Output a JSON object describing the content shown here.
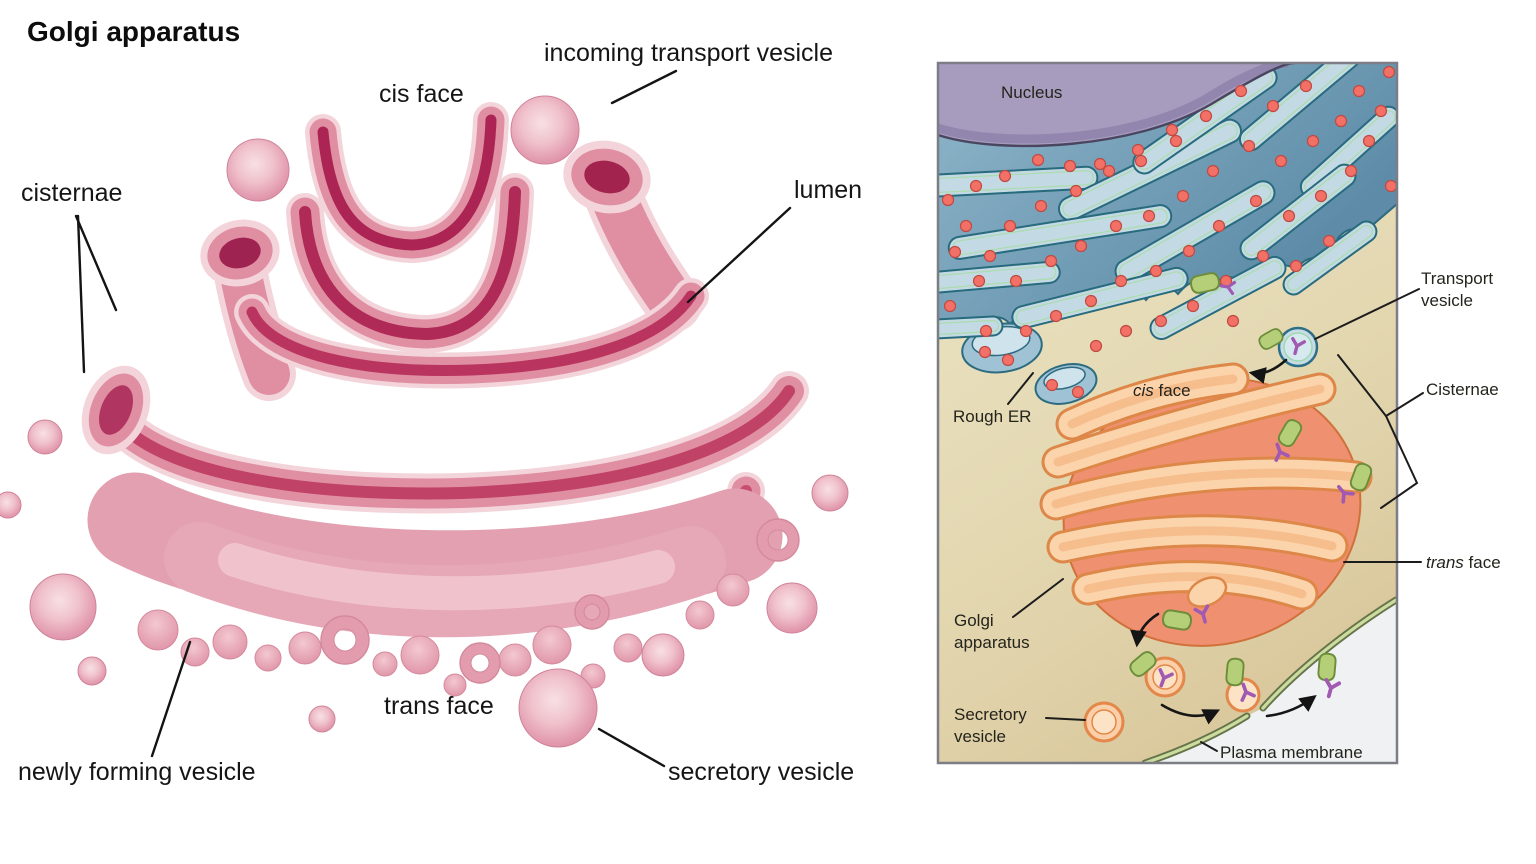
{
  "title": "Golgi apparatus",
  "left_diagram": {
    "labels": {
      "cis_face": "cis face",
      "incoming_transport_vesicle": "incoming transport vesicle",
      "cisternae": "cisternae",
      "lumen": "lumen",
      "trans_face": "trans face",
      "newly_forming_vesicle": "newly forming vesicle",
      "secretory_vesicle": "secretory vesicle"
    },
    "palette": {
      "membrane_rim": "#f3d4da",
      "body_pink": "#e08ea2",
      "lumen_dark": "#ac2453",
      "vesicle_pink": "#eebac6"
    }
  },
  "right_panel": {
    "labels": {
      "nucleus": "Nucleus",
      "rough_er": "Rough ER",
      "cis_italic": "cis",
      "cis_rest": " face",
      "transport_line1": "Transport",
      "transport_line2": "vesicle",
      "cisternae": "Cisternae",
      "trans_italic": "trans",
      "trans_rest": " face",
      "golgi_line1": "Golgi",
      "golgi_line2": "apparatus",
      "secretory_line1": "Secretory",
      "secretory_line2": "vesicle",
      "plasma_membrane": "Plasma membrane"
    },
    "palette": {
      "cytoplasm": "#e7dfbd",
      "nucleus": "#a79cbe",
      "er_blue": "#c3dae4",
      "ribosome_red": "#f37067",
      "golgi_light": "#fcd4ac",
      "golgi_salmon": "#ef9170",
      "membrane_green": "#ccdb9e",
      "extracellular": "#f0f1f3"
    }
  }
}
